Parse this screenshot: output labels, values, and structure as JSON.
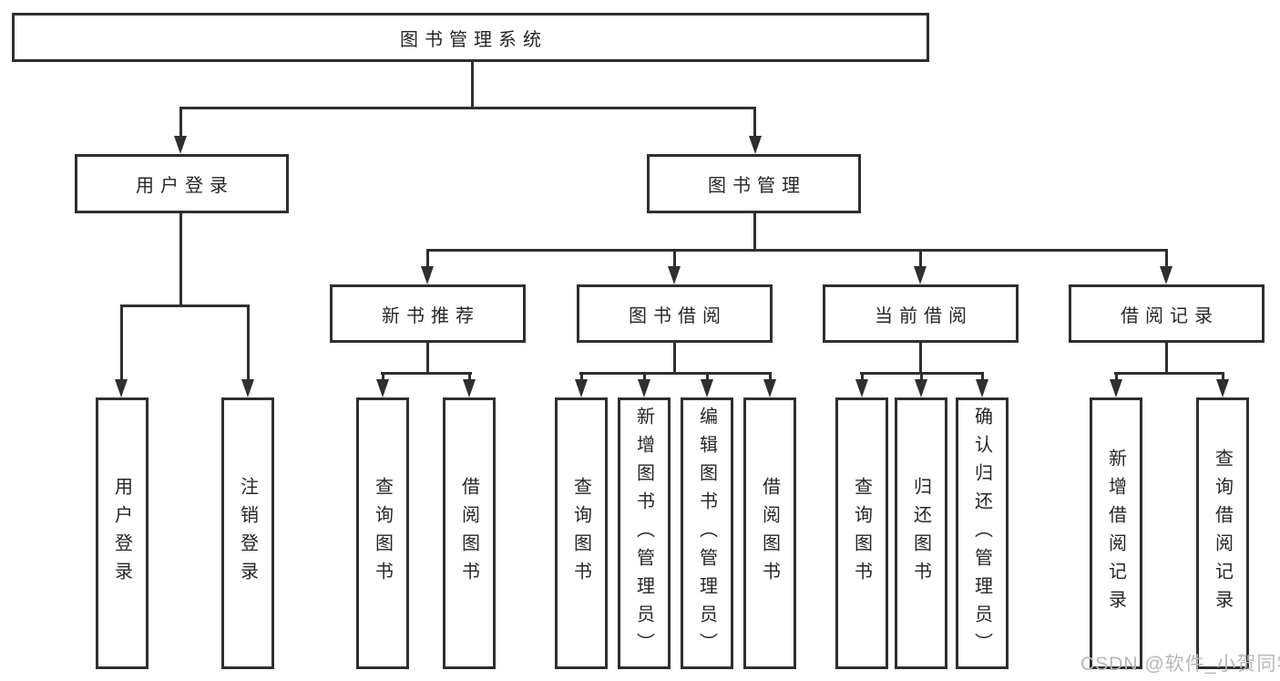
{
  "diagram": {
    "root": {
      "label": "图书管理系统"
    },
    "branches": [
      {
        "label": "用户登录",
        "children": [
          {
            "label": "用户登录"
          },
          {
            "label": "注销登录"
          }
        ]
      },
      {
        "label": "图书管理",
        "children": [
          {
            "label": "新书推荐",
            "children": [
              {
                "label": "查询图书"
              },
              {
                "label": "借阅图书"
              }
            ]
          },
          {
            "label": "图书借阅",
            "children": [
              {
                "label": "查询图书"
              },
              {
                "label": "新增图书（管理员）"
              },
              {
                "label": "编辑图书（管理员）"
              },
              {
                "label": "借阅图书"
              }
            ]
          },
          {
            "label": "当前借阅",
            "children": [
              {
                "label": "查询图书"
              },
              {
                "label": "归还图书"
              },
              {
                "label": "确认归还（管理员）"
              }
            ]
          },
          {
            "label": "借阅记录",
            "children": [
              {
                "label": "新增借阅记录"
              },
              {
                "label": "查询借阅记录"
              }
            ]
          }
        ]
      }
    ]
  },
  "watermark": {
    "text": "CSDN @软件_小贺同学"
  },
  "colors": {
    "line": "#2f2f2f",
    "text": "#262626",
    "watermark": "#b7b7b7",
    "background": "#ffffff"
  }
}
